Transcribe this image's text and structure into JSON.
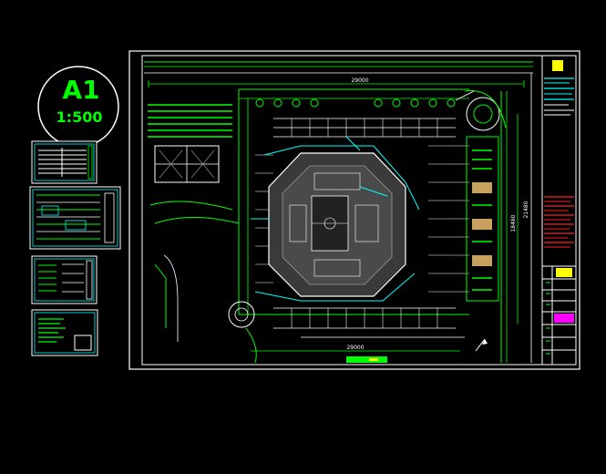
{
  "sheet": {
    "size_label": "A1",
    "scale_label": "1:500"
  },
  "plan": {
    "dim_top": "29000",
    "dim_bottom": "29000",
    "dim_right": "18480",
    "dim_right_outer": "21480"
  },
  "colors": {
    "background": "#000000",
    "frame": "#ffffff",
    "cad_green": "#00ff00",
    "cad_cyan": "#00ffff",
    "cad_yellow": "#ffff00",
    "cad_red": "#ff2020",
    "cad_magenta": "#ff00ff",
    "cad_gray": "#9a9a9a"
  }
}
